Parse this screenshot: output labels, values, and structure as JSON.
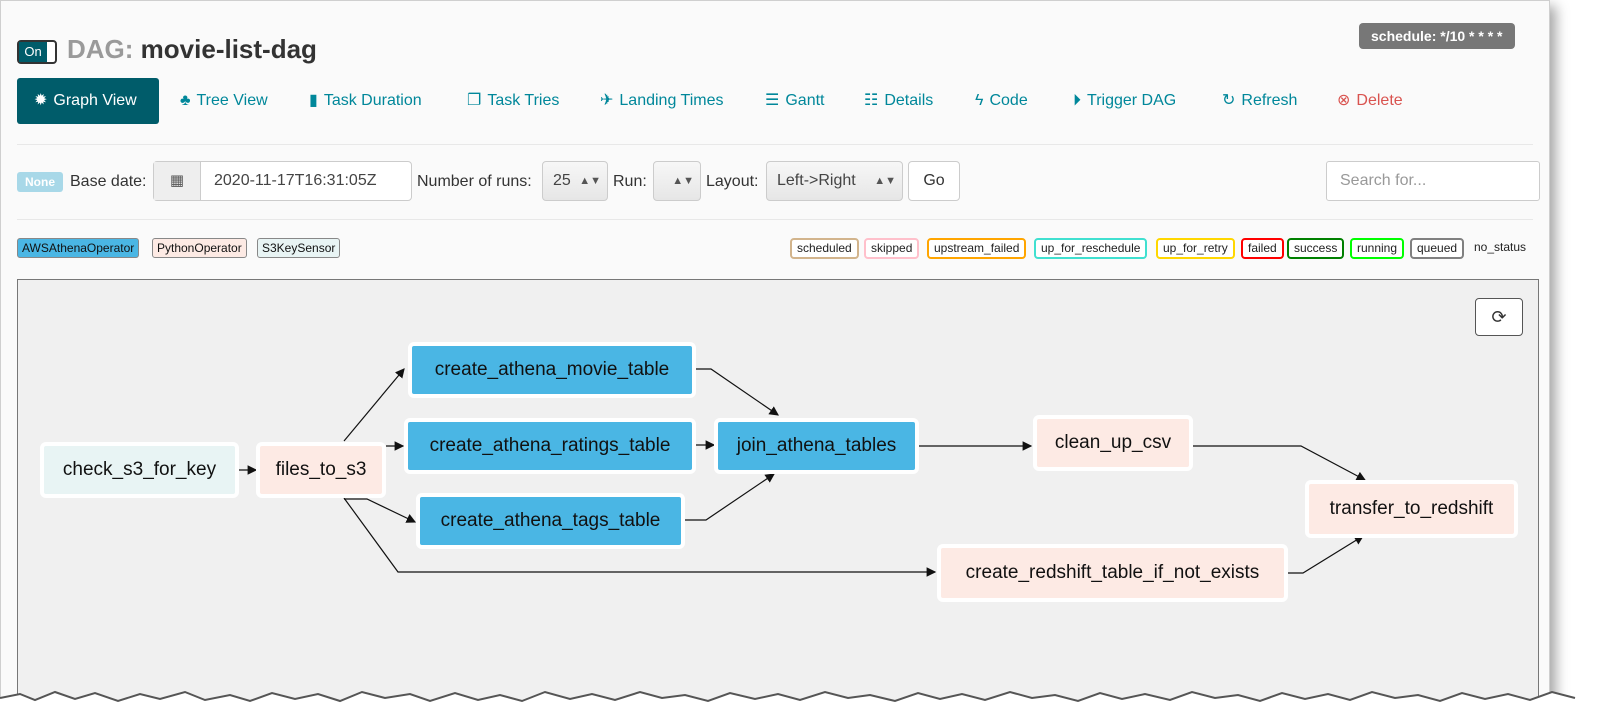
{
  "dag": {
    "toggle_label": "On",
    "title_prefix": "DAG:",
    "title": "movie-list-dag",
    "schedule": "schedule: */10 * * * *"
  },
  "nav": {
    "items": [
      {
        "label": "Graph View",
        "icon": "gear-icon",
        "active": true
      },
      {
        "label": "Tree View",
        "icon": "tree-icon"
      },
      {
        "label": "Task Duration",
        "icon": "bar-chart-icon"
      },
      {
        "label": "Task Tries",
        "icon": "copy-icon"
      },
      {
        "label": "Landing Times",
        "icon": "plane-icon"
      },
      {
        "label": "Gantt",
        "icon": "align-left-icon"
      },
      {
        "label": "Details",
        "icon": "list-icon"
      },
      {
        "label": "Code",
        "icon": "bolt-icon"
      },
      {
        "label": "Trigger DAG",
        "icon": "play-circle-icon"
      },
      {
        "label": "Refresh",
        "icon": "refresh-icon"
      },
      {
        "label": "Delete",
        "icon": "remove-circle-icon"
      }
    ]
  },
  "form": {
    "state_badge": "None",
    "base_date_label": "Base date:",
    "base_date_value": "2020-11-17T16:31:05Z",
    "num_runs_label": "Number of runs:",
    "num_runs_value": "25",
    "run_label": "Run:",
    "run_value": "",
    "layout_label": "Layout:",
    "layout_value": "Left->Right",
    "go_label": "Go",
    "search_placeholder": "Search for..."
  },
  "operators": [
    {
      "label": "AWSAthenaOperator",
      "color": "#4ab6e4"
    },
    {
      "label": "PythonOperator",
      "color": "#fdeae4"
    },
    {
      "label": "S3KeySensor",
      "color": "#e8f4f4"
    }
  ],
  "states": [
    {
      "label": "scheduled",
      "color": "#d2b48c"
    },
    {
      "label": "skipped",
      "color": "#ffc0cb"
    },
    {
      "label": "upstream_failed",
      "color": "#ffa500"
    },
    {
      "label": "up_for_reschedule",
      "color": "#40e0d0"
    },
    {
      "label": "up_for_retry",
      "color": "#ffd700"
    },
    {
      "label": "failed",
      "color": "#ff0000"
    },
    {
      "label": "success",
      "color": "#008000"
    },
    {
      "label": "running",
      "color": "#00ff00"
    },
    {
      "label": "queued",
      "color": "#808080"
    }
  ],
  "no_status_label": "no_status",
  "graph": {
    "nodes": [
      {
        "id": "check_s3_for_key",
        "label": "check_s3_for_key",
        "type": "s3"
      },
      {
        "id": "files_to_s3",
        "label": "files_to_s3",
        "type": "py"
      },
      {
        "id": "create_athena_movie_table",
        "label": "create_athena_movie_table",
        "type": "ath"
      },
      {
        "id": "create_athena_ratings_table",
        "label": "create_athena_ratings_table",
        "type": "ath"
      },
      {
        "id": "create_athena_tags_table",
        "label": "create_athena_tags_table",
        "type": "ath"
      },
      {
        "id": "join_athena_tables",
        "label": "join_athena_tables",
        "type": "ath"
      },
      {
        "id": "clean_up_csv",
        "label": "clean_up_csv",
        "type": "py"
      },
      {
        "id": "create_redshift_table_if_not_exists",
        "label": "create_redshift_table_if_not_exists",
        "type": "py"
      },
      {
        "id": "transfer_to_redshift",
        "label": "transfer_to_redshift",
        "type": "py"
      }
    ]
  }
}
